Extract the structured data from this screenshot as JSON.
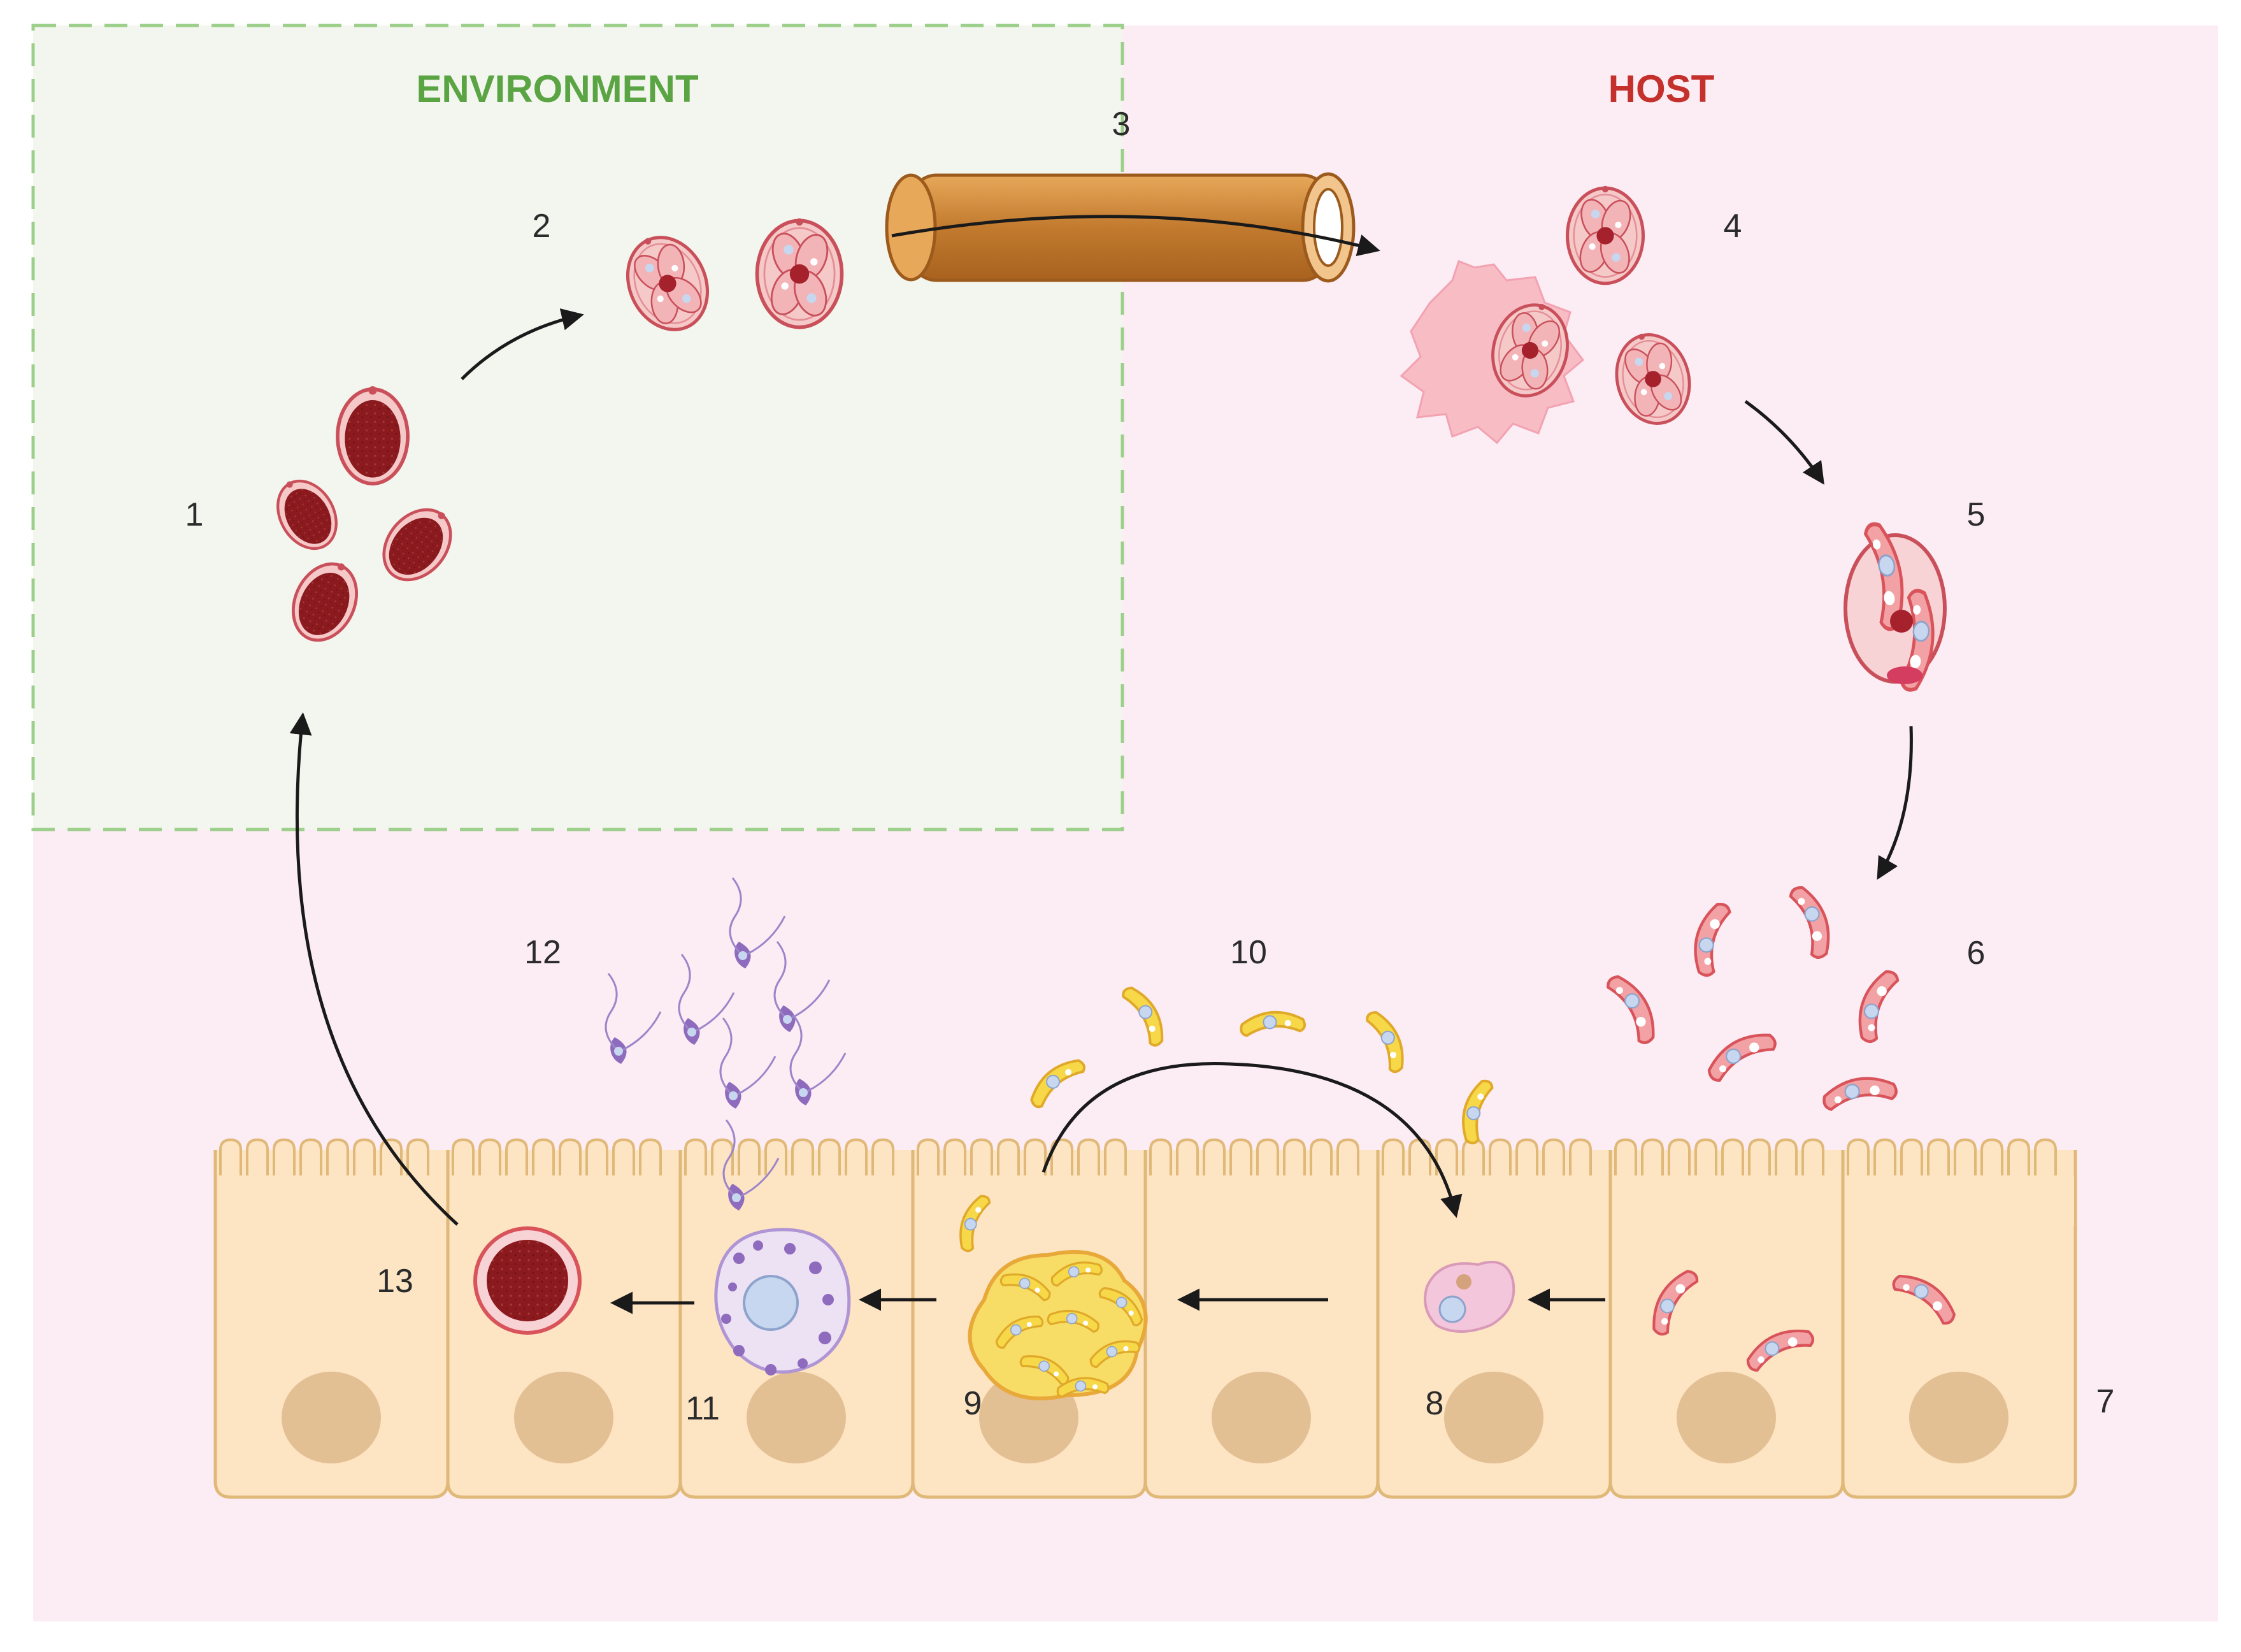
{
  "regions": {
    "environment": {
      "label": "ENVIRONMENT",
      "color": "#5aa443",
      "fill": "#f3f6ee",
      "border": "#9ccf8a"
    },
    "host": {
      "label": "HOST",
      "color": "#c4302b",
      "fill": "#fcecf4"
    }
  },
  "stages": [
    "1",
    "2",
    "3",
    "4",
    "5",
    "6",
    "7",
    "8",
    "9",
    "10",
    "11",
    "12",
    "13"
  ],
  "colors": {
    "oocyst_dark": "#8b1a1f",
    "oocyst_wall": "#e9a9ad",
    "cell": "#fde4c3",
    "cell_border": "#e0b878",
    "nucleus": "#e3bf94",
    "merozoite_yellow": "#f5d040",
    "gamete": "#8e6bbd",
    "tube": "#d08a3c"
  }
}
